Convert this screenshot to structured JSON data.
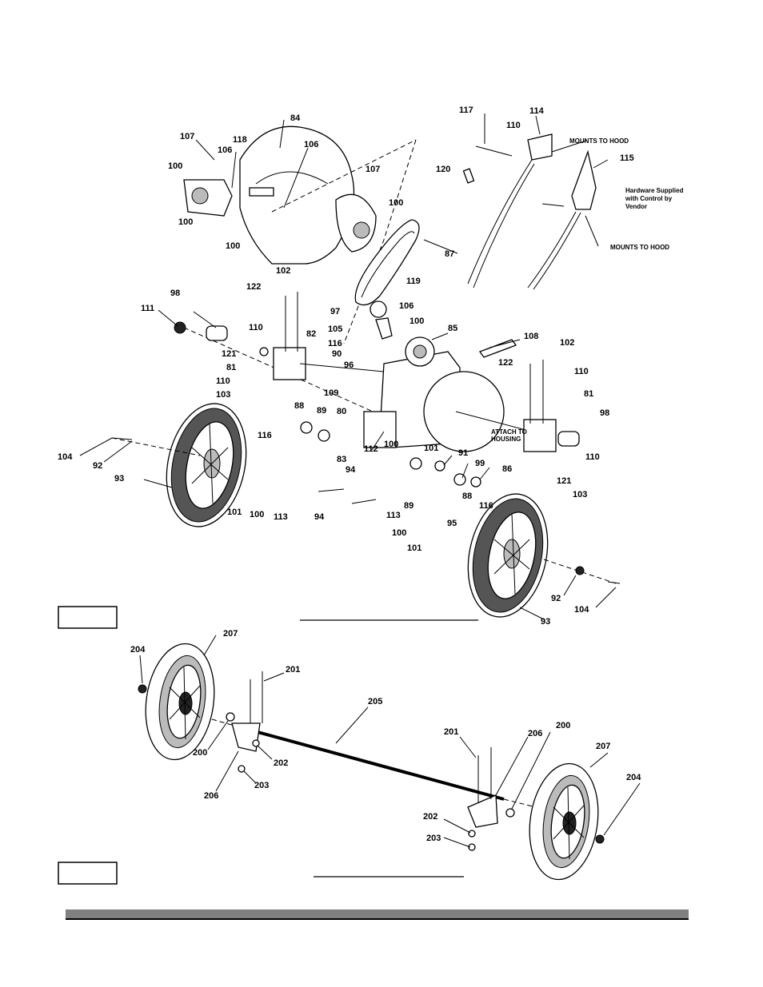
{
  "upper_assembly": {
    "callouts": [
      "107",
      "106",
      "100",
      "118",
      "84",
      "106",
      "107",
      "100",
      "100",
      "100",
      "117",
      "114",
      "110",
      "120",
      "115",
      "87",
      "102",
      "122",
      "119",
      "97",
      "106",
      "100",
      "105",
      "116",
      "90",
      "96",
      "85",
      "108",
      "102",
      "111",
      "98",
      "110",
      "82",
      "121",
      "81",
      "110",
      "103",
      "109",
      "80",
      "122",
      "110",
      "81",
      "98",
      "88",
      "89",
      "116",
      "112",
      "83",
      "94",
      "100",
      "101",
      "91",
      "99",
      "86",
      "104",
      "92",
      "93",
      "101",
      "100",
      "113",
      "94",
      "113",
      "89",
      "88",
      "116",
      "100",
      "95",
      "101",
      "103",
      "121",
      "110",
      "92",
      "104",
      "93"
    ],
    "notes": {
      "mounts_to_hood_1": "MOUNTS TO HOOD",
      "mounts_to_hood_2": "MOUNTS TO HOOD",
      "hardware_supplied": [
        "Hardware Supplied",
        "with Control by",
        "Vendor"
      ],
      "attach_to_housing": [
        "ATTACH TO",
        "HOUSING"
      ]
    }
  },
  "lower_assembly": {
    "callouts": [
      "204",
      "207",
      "201",
      "205",
      "201",
      "206",
      "200",
      "207",
      "200",
      "202",
      "206",
      "203",
      "204",
      "202",
      "203"
    ]
  },
  "colors": {
    "ink": "#000000",
    "bar": "#808080"
  }
}
